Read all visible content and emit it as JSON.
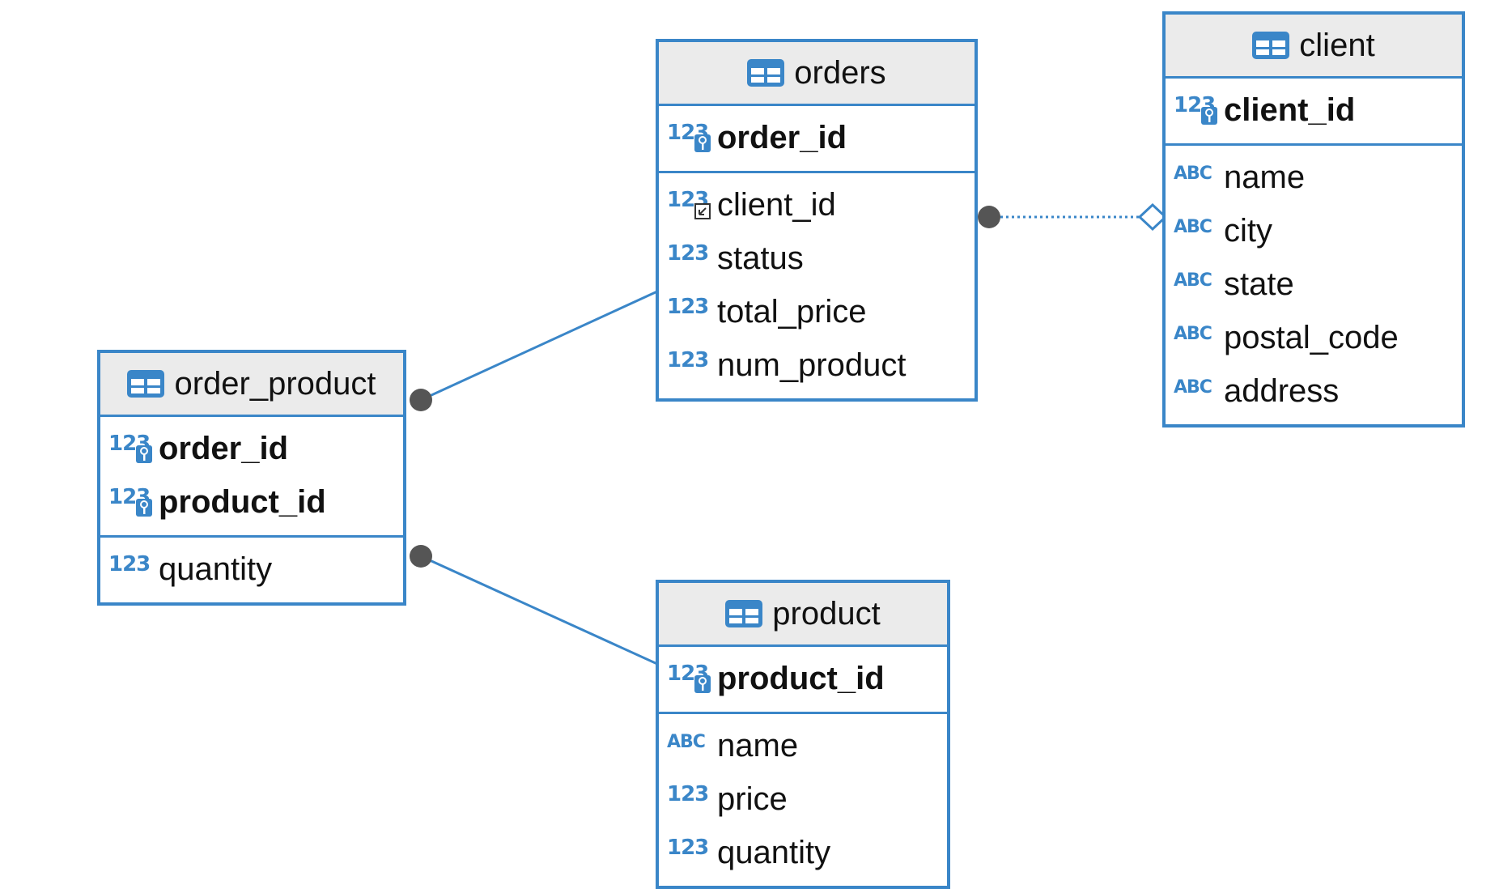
{
  "colors": {
    "accent": "#3a86c8",
    "header_bg": "#ebebeb",
    "endpoint": "#555555"
  },
  "entities": {
    "orders": {
      "title": "orders",
      "keys": [
        {
          "name": "order_id",
          "type": "123",
          "icon": "primary-key-icon"
        }
      ],
      "columns": [
        {
          "name": "client_id",
          "type": "123",
          "icon": "foreign-key-icon"
        },
        {
          "name": "status",
          "type": "123",
          "icon": "numeric-type-icon"
        },
        {
          "name": "total_price",
          "type": "123",
          "icon": "numeric-type-icon"
        },
        {
          "name": "num_product",
          "type": "123",
          "icon": "numeric-type-icon"
        }
      ]
    },
    "client": {
      "title": "client",
      "keys": [
        {
          "name": "client_id",
          "type": "123",
          "icon": "primary-key-icon"
        }
      ],
      "columns": [
        {
          "name": "name",
          "type": "ABC",
          "icon": "text-type-icon"
        },
        {
          "name": "city",
          "type": "ABC",
          "icon": "text-type-icon"
        },
        {
          "name": "state",
          "type": "ABC",
          "icon": "text-type-icon"
        },
        {
          "name": "postal_code",
          "type": "ABC",
          "icon": "text-type-icon"
        },
        {
          "name": "address",
          "type": "ABC",
          "icon": "text-type-icon"
        }
      ]
    },
    "order_product": {
      "title": "order_product",
      "keys": [
        {
          "name": "order_id",
          "type": "123",
          "icon": "primary-key-icon"
        },
        {
          "name": "product_id",
          "type": "123",
          "icon": "primary-key-icon"
        }
      ],
      "columns": [
        {
          "name": "quantity",
          "type": "123",
          "icon": "numeric-type-icon"
        }
      ]
    },
    "product": {
      "title": "product",
      "keys": [
        {
          "name": "product_id",
          "type": "123",
          "icon": "primary-key-icon"
        }
      ],
      "columns": [
        {
          "name": "name",
          "type": "ABC",
          "icon": "text-type-icon"
        },
        {
          "name": "price",
          "type": "123",
          "icon": "numeric-type-icon"
        },
        {
          "name": "quantity",
          "type": "123",
          "icon": "numeric-type-icon"
        }
      ]
    }
  },
  "relationships": [
    {
      "from": "orders",
      "to": "client",
      "style": "dotted",
      "from_end": "filled-circle",
      "to_end": "hollow-diamond"
    },
    {
      "from": "order_product",
      "to": "orders",
      "style": "solid",
      "from_end": "filled-circle",
      "to_end": "none"
    },
    {
      "from": "order_product",
      "to": "product",
      "style": "solid",
      "from_end": "filled-circle",
      "to_end": "none"
    }
  ]
}
